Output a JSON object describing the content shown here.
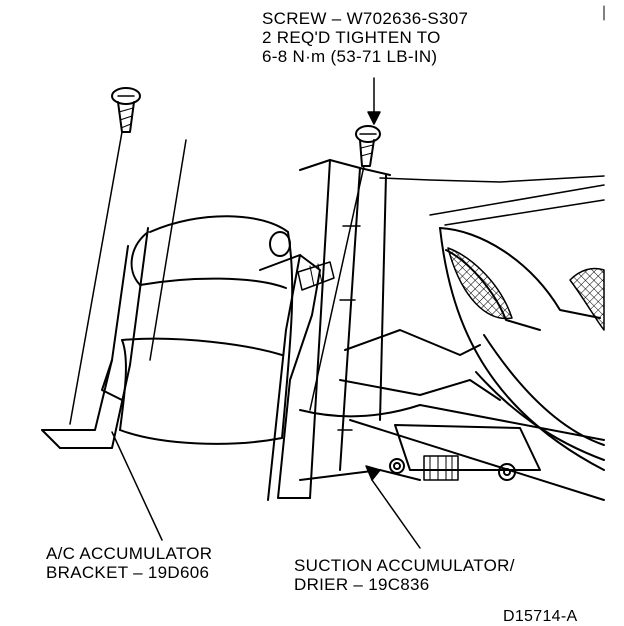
{
  "callouts": {
    "screw": {
      "line1": "SCREW – W702636-S307",
      "line2": "2 REQ'D TIGHTEN TO",
      "line3": "6-8 N·m (53-71 LB-IN)"
    },
    "bracket": {
      "line1": "A/C ACCUMULATOR",
      "line2": "BRACKET – 19D606"
    },
    "drier": {
      "line1": "SUCTION ACCUMULATOR/",
      "line2": "DRIER – 19C836"
    }
  },
  "figure_id": "D15714-A",
  "colors": {
    "ink": "#000000",
    "paper": "#ffffff"
  }
}
